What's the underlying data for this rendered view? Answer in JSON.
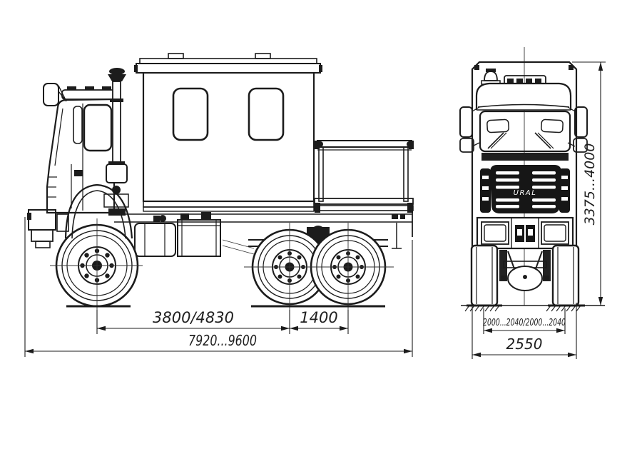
{
  "drawing": {
    "background_color": "#ffffff",
    "line_color": "#1c1c1c",
    "dimensions": {
      "wheelbase": "3800/4830",
      "rear_axle_spacing": "1400",
      "overall_length": "7920...9600",
      "wheel_track": "2000...2040/2000...2040",
      "overall_width": "2550",
      "overall_height": "3375...4000"
    },
    "grille_logo": "URAL"
  }
}
